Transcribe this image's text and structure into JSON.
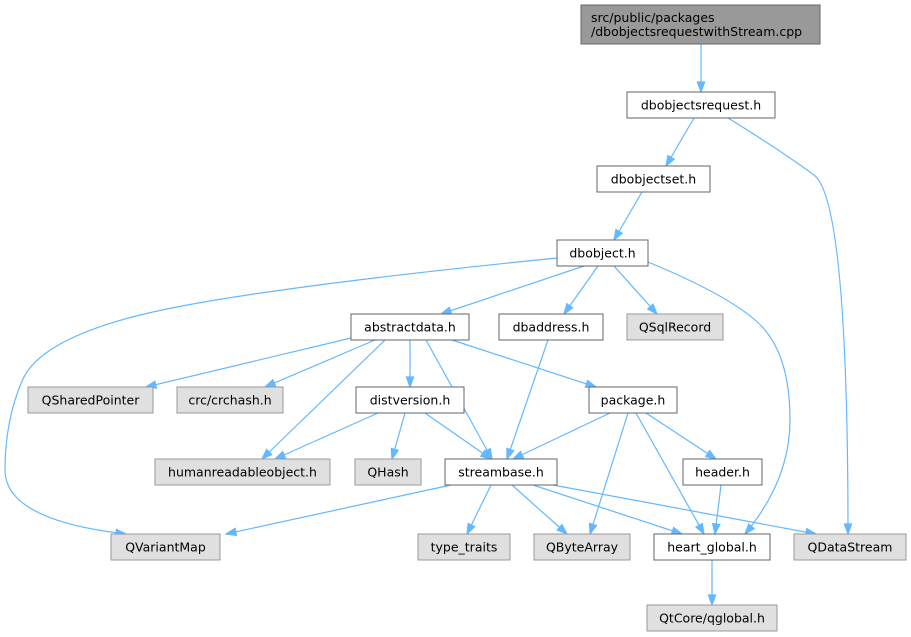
{
  "colors": {
    "edge": "#63b8ff",
    "root_fill": "#999999",
    "root_stroke": "#666666",
    "documented_fill": "#ffffff",
    "documented_stroke": "#666666",
    "external_fill": "#e0e0e0",
    "external_stroke": "#999999",
    "text": "#000000"
  },
  "nodes": [
    {
      "id": "root",
      "lines": [
        "src/public/packages",
        "/dbobjectsrequestwithStream.cpp"
      ],
      "kind": "root"
    },
    {
      "id": "dbobjectsrequest",
      "lines": [
        "dbobjectsrequest.h"
      ],
      "kind": "documented"
    },
    {
      "id": "dbobjectset",
      "lines": [
        "dbobjectset.h"
      ],
      "kind": "documented"
    },
    {
      "id": "dbobject",
      "lines": [
        "dbobject.h"
      ],
      "kind": "documented"
    },
    {
      "id": "abstractdata",
      "lines": [
        "abstractdata.h"
      ],
      "kind": "documented"
    },
    {
      "id": "dbaddress",
      "lines": [
        "dbaddress.h"
      ],
      "kind": "documented"
    },
    {
      "id": "qsqlrecord",
      "lines": [
        "QSqlRecord"
      ],
      "kind": "external"
    },
    {
      "id": "qsharedpointer",
      "lines": [
        "QSharedPointer"
      ],
      "kind": "external"
    },
    {
      "id": "crchash",
      "lines": [
        "crc/crchash.h"
      ],
      "kind": "external"
    },
    {
      "id": "distversion",
      "lines": [
        "distversion.h"
      ],
      "kind": "documented"
    },
    {
      "id": "package",
      "lines": [
        "package.h"
      ],
      "kind": "documented"
    },
    {
      "id": "humanreadable",
      "lines": [
        "humanreadableobject.h"
      ],
      "kind": "external"
    },
    {
      "id": "qhash",
      "lines": [
        "QHash"
      ],
      "kind": "external"
    },
    {
      "id": "streambase",
      "lines": [
        "streambase.h"
      ],
      "kind": "documented"
    },
    {
      "id": "header",
      "lines": [
        "header.h"
      ],
      "kind": "documented"
    },
    {
      "id": "qvariantmap",
      "lines": [
        "QVariantMap"
      ],
      "kind": "external"
    },
    {
      "id": "typetraits",
      "lines": [
        "type_traits"
      ],
      "kind": "external"
    },
    {
      "id": "qbytearray",
      "lines": [
        "QByteArray"
      ],
      "kind": "external"
    },
    {
      "id": "heartglobal",
      "lines": [
        "heart_global.h"
      ],
      "kind": "documented"
    },
    {
      "id": "qdatastream",
      "lines": [
        "QDataStream"
      ],
      "kind": "external"
    },
    {
      "id": "qglobal",
      "lines": [
        "QtCore/qglobal.h"
      ],
      "kind": "external"
    }
  ],
  "edges": [
    [
      "root",
      "dbobjectsrequest"
    ],
    [
      "dbobjectsrequest",
      "dbobjectset"
    ],
    [
      "dbobjectsrequest",
      "qdatastream"
    ],
    [
      "dbobjectset",
      "dbobject"
    ],
    [
      "dbobject",
      "abstractdata"
    ],
    [
      "dbobject",
      "dbaddress"
    ],
    [
      "dbobject",
      "qsqlrecord"
    ],
    [
      "dbobject",
      "qvariantmap"
    ],
    [
      "dbobject",
      "heartglobal"
    ],
    [
      "abstractdata",
      "qsharedpointer"
    ],
    [
      "abstractdata",
      "crchash"
    ],
    [
      "abstractdata",
      "distversion"
    ],
    [
      "abstractdata",
      "package"
    ],
    [
      "abstractdata",
      "humanreadable"
    ],
    [
      "abstractdata",
      "streambase"
    ],
    [
      "dbaddress",
      "streambase"
    ],
    [
      "distversion",
      "humanreadable"
    ],
    [
      "distversion",
      "qhash"
    ],
    [
      "distversion",
      "streambase"
    ],
    [
      "package",
      "streambase"
    ],
    [
      "package",
      "header"
    ],
    [
      "package",
      "qbytearray"
    ],
    [
      "package",
      "heartglobal"
    ],
    [
      "streambase",
      "qvariantmap"
    ],
    [
      "streambase",
      "typetraits"
    ],
    [
      "streambase",
      "qbytearray"
    ],
    [
      "streambase",
      "heartglobal"
    ],
    [
      "streambase",
      "qdatastream"
    ],
    [
      "header",
      "heartglobal"
    ],
    [
      "heartglobal",
      "qglobal"
    ]
  ]
}
